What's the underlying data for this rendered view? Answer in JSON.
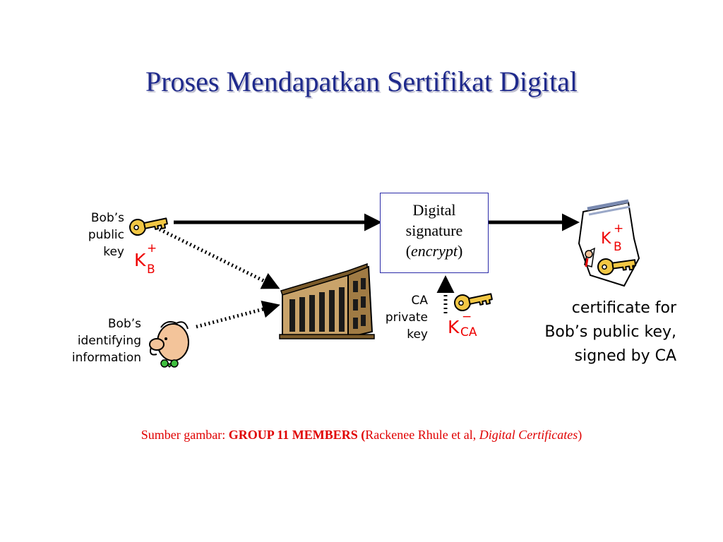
{
  "title": "Proses Mendapatkan Sertifikat Digital",
  "bob_public_key": {
    "label_lines": [
      "Bob’s",
      "public",
      "key"
    ],
    "symbol": "K",
    "superscript": "+",
    "subscript": "B"
  },
  "bob_identity": {
    "label_lines": [
      "Bob’s",
      "identifying",
      "information"
    ]
  },
  "signature_box": {
    "line1": "Digital",
    "line2": "signature",
    "line3_open": "(",
    "line3_italic": "encrypt",
    "line3_close": ")"
  },
  "ca_private_key": {
    "label_lines": [
      "CA",
      "private",
      "key"
    ],
    "symbol": "K",
    "superscript": "−",
    "subscript": "CA"
  },
  "certificate": {
    "symbol": "K",
    "superscript": "+",
    "subscript": "B",
    "caption_lines": [
      "certificate for",
      "Bob’s public key,",
      "signed by CA"
    ]
  },
  "source": {
    "prefix": "Sumber gambar: ",
    "bold": "GROUP 11 MEMBERS (",
    "normal": "Rackenee Rhule et al, ",
    "italic": "Digital Certificates",
    "suffix": ")"
  },
  "colors": {
    "title": "#1f2a8c",
    "key_symbol": "#ee0000",
    "key_gold": "#f2c744",
    "arrow": "#000000"
  },
  "icons": [
    "key-icon",
    "person-icon",
    "bank-building-icon",
    "certificate-icon"
  ]
}
